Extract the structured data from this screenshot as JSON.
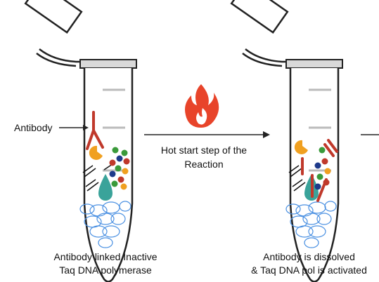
{
  "labels": {
    "antibody": "Antibody",
    "step_line1": "Hot start step of the",
    "step_line2": "Reaction",
    "left_caption_line1": "Antibody linked Inactive",
    "left_caption_line2": "Taq DNA polymerase",
    "right_caption_line1": "Antibody is dissolved",
    "right_caption_line2": "& Taq DNA pol is activated"
  },
  "colors": {
    "antibody": "#c0392b",
    "flame_outer": "#e8442a",
    "flame_inner": "#f07a2a",
    "polymerase": "#3aa39a",
    "dna": "#4a90e2",
    "primer_orange": "#f0a020",
    "nucleotide_green": "#3a9a3a",
    "nucleotide_red": "#c0392b",
    "nucleotide_blue": "#1e3a8a",
    "nucleotide_orange": "#f0a020"
  },
  "icons": {
    "left_tube": "pcr-tube-icon",
    "right_tube": "pcr-tube-icon",
    "flame": "flame-icon",
    "antibody": "antibody-icon"
  }
}
